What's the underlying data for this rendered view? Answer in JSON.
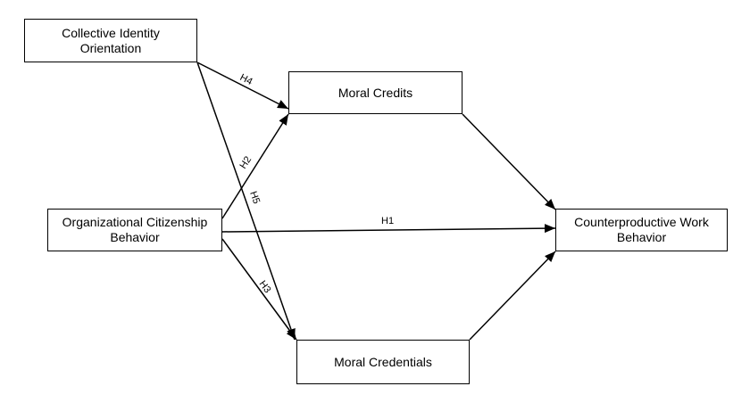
{
  "nodes": {
    "cio": "Collective Identity\nOrientation",
    "ocb": "Organizational Citizenship\nBehavior",
    "mcr": "Moral Credits",
    "mcd": "Moral Credentials",
    "cwb": "Counterproductive Work\nBehavior"
  },
  "edges": [
    {
      "from": "ocb",
      "to": "cwb",
      "label": "H1"
    },
    {
      "from": "ocb",
      "to": "mcr",
      "label": "H2"
    },
    {
      "from": "ocb",
      "to": "mcd",
      "label": "H3"
    },
    {
      "from": "cio",
      "to": "mcr",
      "label": "H4"
    },
    {
      "from": "cio",
      "to": "mcd",
      "label": "H5"
    },
    {
      "from": "mcr",
      "to": "cwb",
      "label": ""
    },
    {
      "from": "mcd",
      "to": "cwb",
      "label": ""
    }
  ],
  "style": {
    "line_color": "#000000",
    "box_fill": "#ffffff"
  }
}
